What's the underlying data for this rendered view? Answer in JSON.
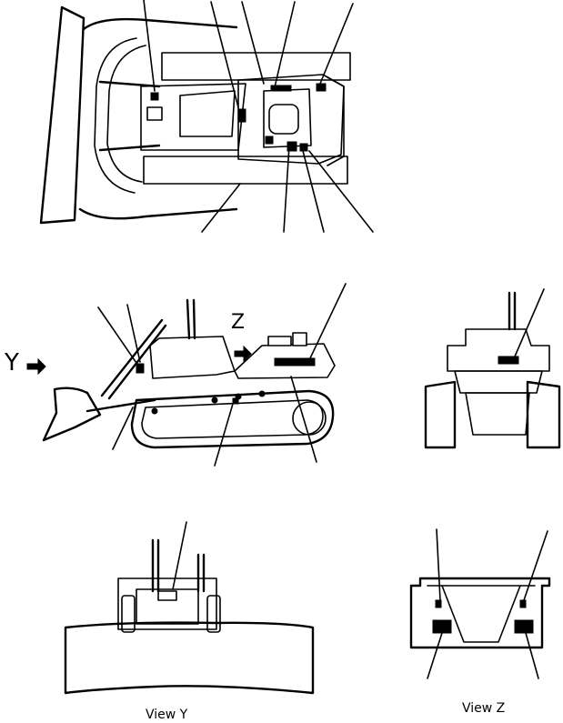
{
  "labels": {
    "view_y": "View  Y",
    "view_z": "View  Z",
    "arrow_y": "Y",
    "arrow_z": "Z"
  }
}
